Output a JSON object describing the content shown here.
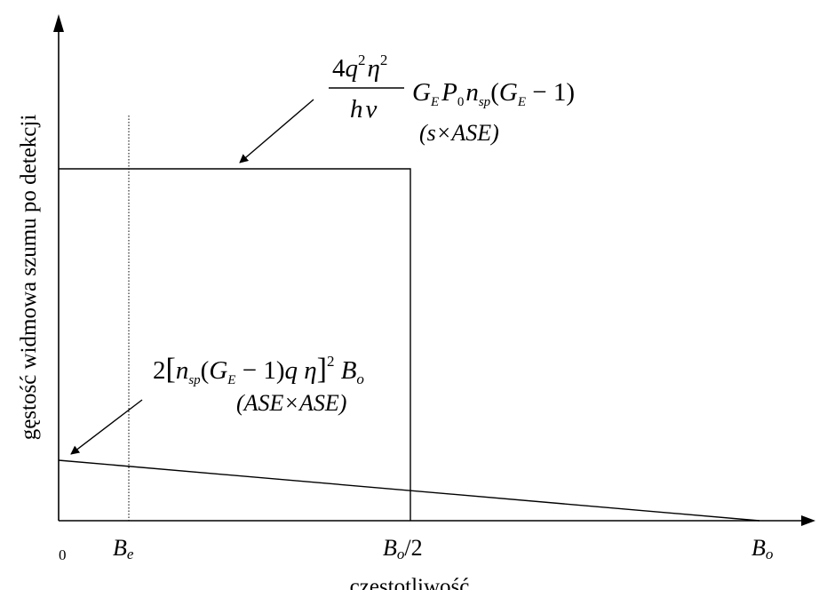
{
  "diagram": {
    "y_axis_label": "gęstość widmowa szumu po detekcji",
    "x_axis_label": "częstotliwość",
    "ticks": {
      "origin": "0",
      "be_main": "B",
      "be_sub": "e",
      "bo2_main": "B",
      "bo2_sub": "o",
      "bo2_suffix": "/2",
      "bo_main": "B",
      "bo_sub": "o"
    },
    "signal_ase_formula": {
      "num_4": "4",
      "num_q": "q",
      "num_q_exp": "2",
      "num_eta": "η",
      "num_eta_exp": "2",
      "den_h": "h",
      "den_nu": "ν",
      "g": "G",
      "g_sub": "E",
      "p": "P",
      "p_sub": "0",
      "n": "n",
      "n_sub": "sp",
      "paren_open": "(",
      "g2": "G",
      "g2_sub": "E",
      "minus_one": " − 1)",
      "caption": "(s×ASE)"
    },
    "ase_ase_formula": {
      "two": "2",
      "bracket_open": "[",
      "n": "n",
      "n_sub": "sp",
      "paren_open": "(",
      "g": "G",
      "g_sub": "E",
      "minus_one": " − 1)",
      "q": "q",
      "eta": " η",
      "bracket_close": "]",
      "exp": "2",
      "b": " B",
      "b_sub": "o",
      "caption": "(ASE×ASE)"
    }
  }
}
